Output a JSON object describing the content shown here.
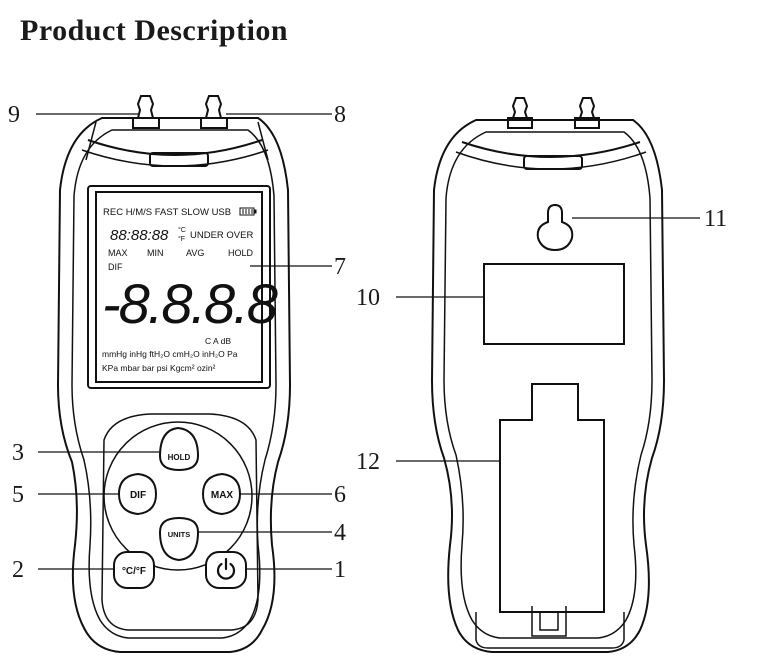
{
  "title": "Product Description",
  "lcd": {
    "row1": "REC H/M/S FAST SLOW USB",
    "time": "88:88:88",
    "deg_c": "°C",
    "deg_f": "°F",
    "under_over": "UNDER OVER",
    "max": "MAX",
    "min": "MIN",
    "avg": "AVG",
    "hold": "HOLD",
    "dif": "DIF",
    "digits": "-8.8.8.8",
    "c_a_db": "C   A   dB",
    "units_row1": "mmHg inHg ftH₂O cmH₂O inH₂O Pa",
    "units_row2": "KPa  mbar  bar  psi  Kgcm²  ozin²"
  },
  "buttons": {
    "hold": "HOLD",
    "dif": "DIF",
    "max": "MAX",
    "units": "UNITS",
    "cf": "°C/°F"
  },
  "callouts": {
    "c1": "1",
    "c2": "2",
    "c3": "3",
    "c4": "4",
    "c5": "5",
    "c6": "6",
    "c7": "7",
    "c8": "8",
    "c9": "9",
    "c10": "10",
    "c11": "11",
    "c12": "12"
  },
  "icons": [
    "power-icon",
    "battery-icon"
  ]
}
